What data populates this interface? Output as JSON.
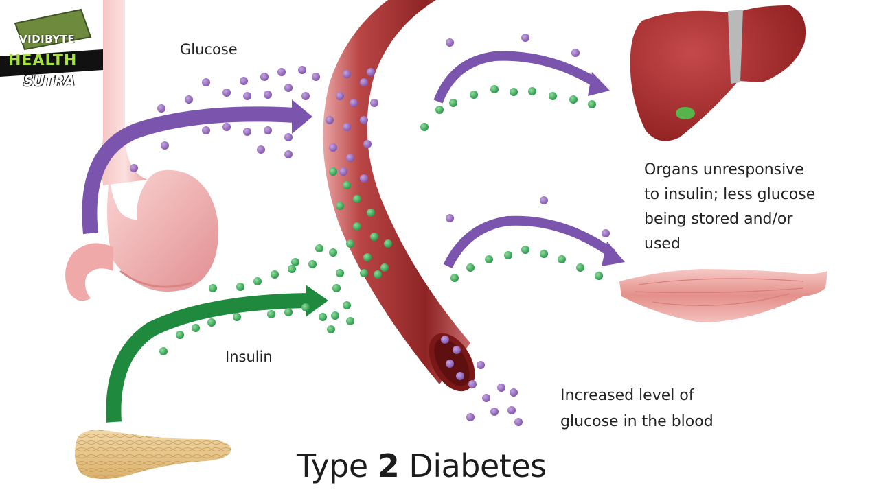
{
  "logo": {
    "line1": "VIDIBYTE",
    "line2": "HEALTH",
    "line3": "SUTRA"
  },
  "labels": {
    "glucose": "Glucose",
    "insulin": "Insulin",
    "organs_line1": "Organs unresponsive",
    "organs_line2": "to insulin; less glucose",
    "organs_line3": "being stored and/or",
    "organs_line4": "used",
    "blood_line1": "Increased level of",
    "blood_line2": "glucose in the blood",
    "title_pre": "Type ",
    "title_num": "2",
    "title_post": " Diabetes"
  },
  "colors": {
    "glucose_particle": "#9b6fc0",
    "insulin_particle": "#3aa55a",
    "glucose_arrow": "#7b54ad",
    "insulin_arrow": "#1f8a3e",
    "vessel": "#9a2b2b",
    "liver": "#a3282a",
    "muscle": "#e8a4a0",
    "stomach": "#f2b3b3",
    "pancreas": "#e9c98e"
  }
}
